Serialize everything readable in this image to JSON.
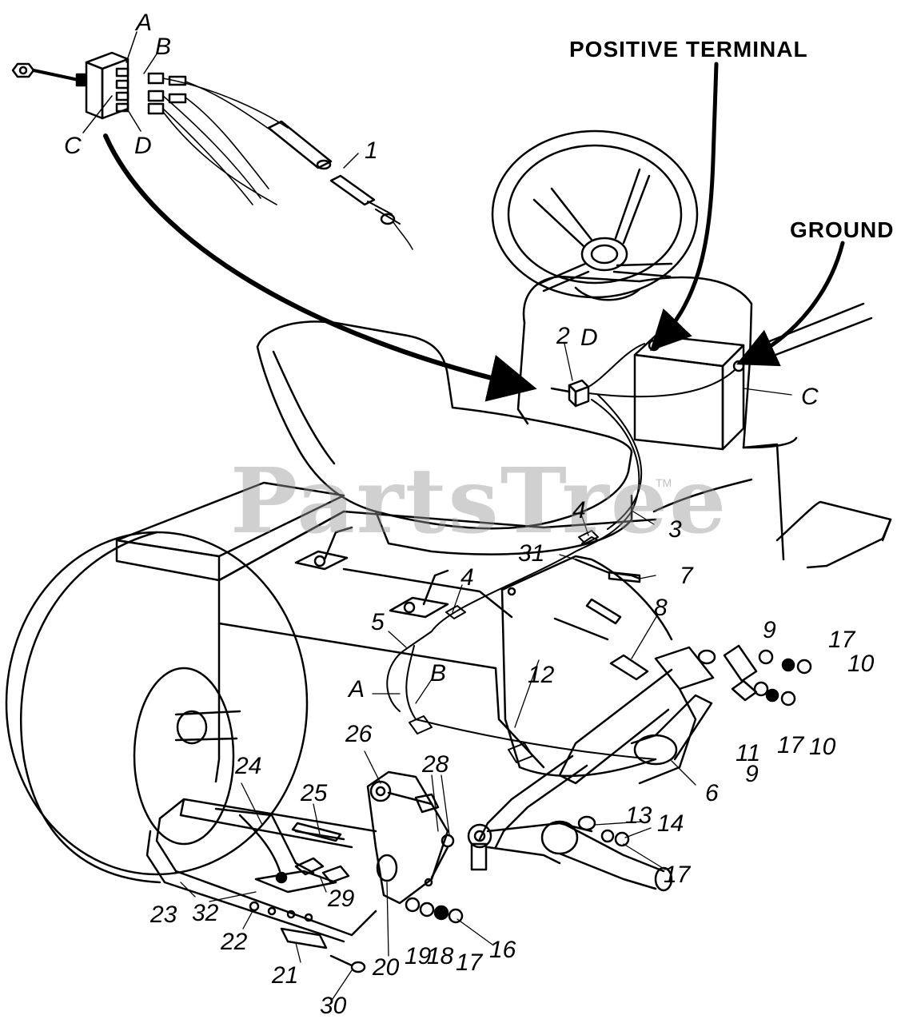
{
  "callouts": {
    "positive_terminal": "POSITIVE TERMINAL",
    "ground": "GROUND"
  },
  "watermark": {
    "text": "PartsTree",
    "tm": "TM"
  },
  "wire_labels": {
    "a_top": "A",
    "b_top": "B",
    "c_top": "C",
    "d_top": "D",
    "d_mid": "D",
    "c_mid": "C",
    "a_low": "A",
    "b_low": "B"
  },
  "part_numbers": {
    "p1": "1",
    "p2": "2",
    "p3": "3",
    "p4a": "4",
    "p4b": "4",
    "p5": "5",
    "p6": "6",
    "p7": "7",
    "p8": "8",
    "p9a": "9",
    "p9b": "9",
    "p10a": "10",
    "p10b": "10",
    "p11": "11",
    "p12": "12",
    "p13": "13",
    "p14": "14",
    "p16": "16",
    "p17a": "17",
    "p17b": "17",
    "p17c": "17",
    "p17d": "17",
    "p18": "18",
    "p19": "19",
    "p20": "20",
    "p21": "21",
    "p22": "22",
    "p23": "23",
    "p24": "24",
    "p25": "25",
    "p26": "26",
    "p28": "28",
    "p29": "29",
    "p30": "30",
    "p31": "31",
    "p32": "32"
  }
}
